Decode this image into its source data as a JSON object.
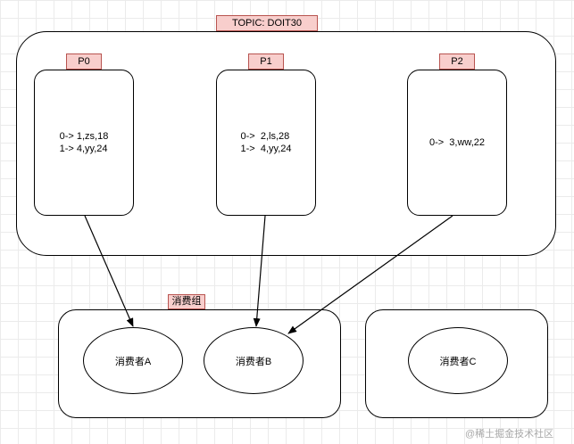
{
  "topic": {
    "label": "TOPIC:  DOIT30"
  },
  "partitions": [
    {
      "label": "P0",
      "records": [
        "0-> 1,zs,18",
        "1-> 4,yy,24"
      ]
    },
    {
      "label": "P1",
      "records": [
        "0->  2,ls,28",
        "1->  4,yy,24"
      ]
    },
    {
      "label": "P2",
      "records": [
        "0->  3,ww,22"
      ]
    }
  ],
  "consumer_group": {
    "label": "消费组"
  },
  "consumers": [
    {
      "label": "消费者A"
    },
    {
      "label": "消费者B"
    },
    {
      "label": "消费者C"
    }
  ],
  "watermark": {
    "text": "@稀土掘金技术社区"
  },
  "colors": {
    "tag_fill": "#f8cecc",
    "tag_border": "#b85450",
    "stroke": "#000000"
  }
}
